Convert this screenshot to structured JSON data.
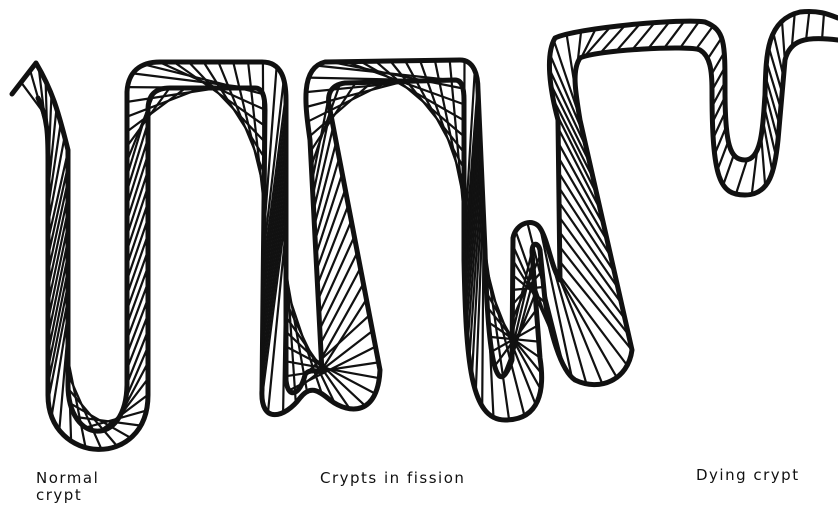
{
  "colors": {
    "ink": "#111111",
    "background": "#ffffff"
  },
  "labels": {
    "normal_line1": "Normal",
    "normal_line2": "crypt",
    "fission": "Crypts in fission",
    "dying": "Dying crypt"
  }
}
